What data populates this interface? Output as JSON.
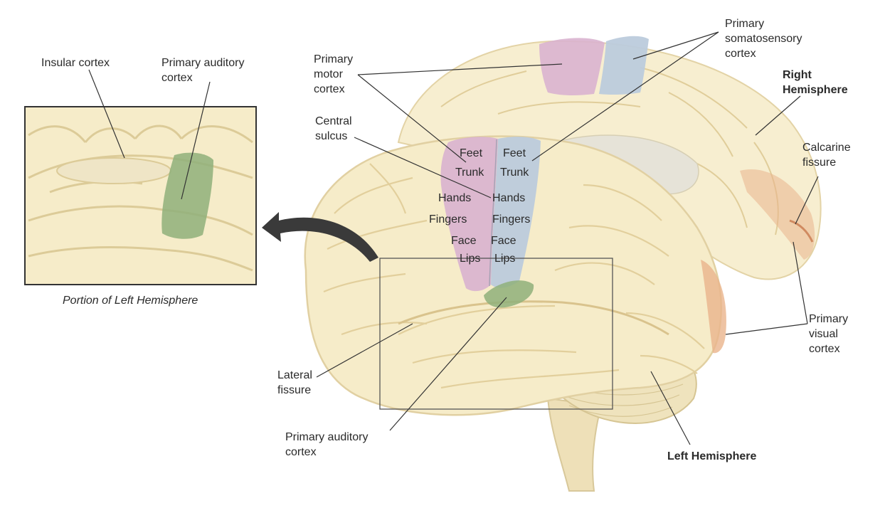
{
  "labels": {
    "insular_cortex": "Insular cortex",
    "primary_auditory_inset": [
      "Primary auditory",
      "cortex"
    ],
    "primary_motor": [
      "Primary",
      "motor",
      "cortex"
    ],
    "primary_somatosensory": [
      "Primary",
      "somatosensory",
      "cortex"
    ],
    "central_sulcus": [
      "Central",
      "sulcus"
    ],
    "right_hemisphere": [
      "Right",
      "Hemisphere"
    ],
    "calcarine_fissure": [
      "Calcarine",
      "fissure"
    ],
    "primary_visual": [
      "Primary",
      "visual",
      "cortex"
    ],
    "lateral_fissure": [
      "Lateral",
      "fissure"
    ],
    "primary_auditory_main": [
      "Primary auditory",
      "cortex"
    ],
    "left_hemisphere": "Left Hemisphere",
    "inset_caption": "Portion of Left Hemisphere"
  },
  "homunculus": {
    "motor": [
      "Feet",
      "Trunk",
      "Hands",
      "Fingers",
      "Face",
      "Lips"
    ],
    "sensory": [
      "Feet",
      "Trunk",
      "Hands",
      "Fingers",
      "Face",
      "Lips"
    ]
  },
  "colors": {
    "brain": "#f6ecc9",
    "motor": "#d9b3cf",
    "sensory": "#bccbdc",
    "auditory": "#8fb07a",
    "visual": "#eab48c"
  }
}
